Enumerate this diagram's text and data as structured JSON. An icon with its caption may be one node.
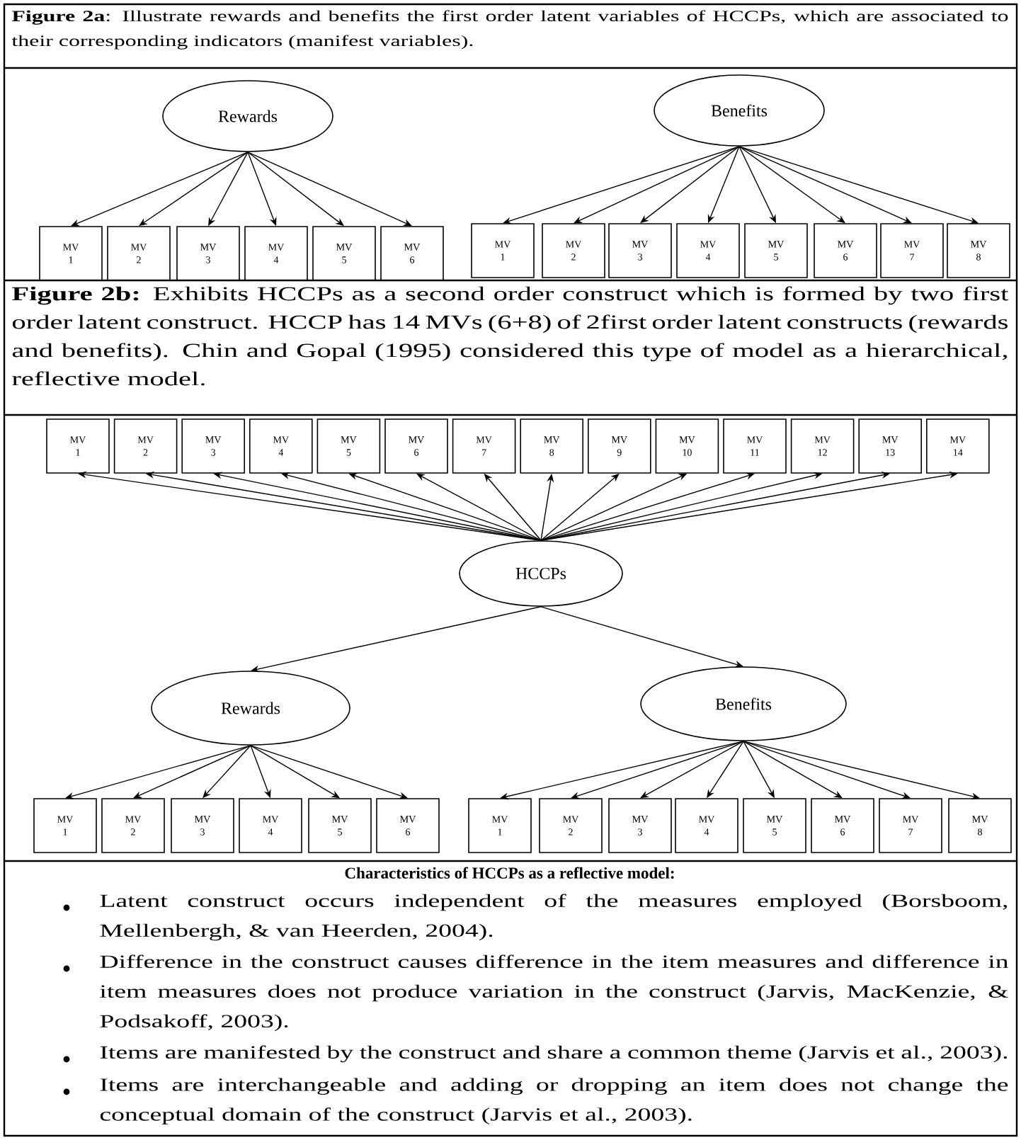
{
  "diagram": {
    "nodes": [
      {
        "text": [
          "Rewards"
        ]
      },
      {
        "text": [
          "MV 1"
        ]
      },
      {
        "text": [
          "MV 2"
        ]
      },
      {
        "text": [
          "MV 3"
        ]
      },
      {
        "text": [
          "MV 4"
        ]
      },
      {
        "text": [
          "MV 5"
        ]
      },
      {
        "text": [
          "MV 6"
        ]
      },
      {
        "text": [
          "Benefits"
        ]
      },
      {
        "text": [
          "MV 1"
        ]
      },
      {
        "text": [
          "MV 2"
        ]
      },
      {
        "text": [
          "MV 3"
        ]
      },
      {
        "text": [
          "MV 4"
        ]
      },
      {
        "text": [
          "MV 5"
        ]
      },
      {
        "text": [
          "MV 6"
        ]
      },
      {
        "text": [
          "MV 7"
        ]
      },
      {
        "text": [
          "MV 8"
        ]
      },
      {
        "text": [
          "MV 1"
        ]
      },
      {
        "text": [
          "MV 2"
        ]
      },
      {
        "text": [
          "MV 3"
        ]
      },
      {
        "text": [
          "MV 4"
        ]
      },
      {
        "text": [
          "MV 5"
        ]
      },
      {
        "text": [
          "MV 6"
        ]
      },
      {
        "text": [
          "MV 7"
        ]
      },
      {
        "text": [
          "MV 8"
        ]
      },
      {
        "text": [
          "MV 9"
        ]
      },
      {
        "text": [
          "MV 10"
        ]
      },
      {
        "text": [
          "MV 11"
        ]
      },
      {
        "text": [
          "MV 12"
        ]
      },
      {
        "text": [
          "MV 13"
        ]
      },
      {
        "text": [
          "MV 14"
        ]
      },
      {
        "text": [
          "HCCPs"
        ]
      },
      {
        "text": [
          "Rewards"
        ]
      },
      {
        "text": [
          "MV 1"
        ]
      },
      {
        "text": [
          "MV 2"
        ]
      },
      {
        "text": [
          "MV 3"
        ]
      },
      {
        "text": [
          "MV 4"
        ]
      },
      {
        "text": [
          "MV 5"
        ]
      },
      {
        "text": [
          "MV 6"
        ]
      },
      {
        "text": [
          "Benefits"
        ]
      },
      {
        "text": [
          "MV 1"
        ]
      },
      {
        "text": [
          "MV 2"
        ]
      },
      {
        "text": [
          "MV 3"
        ]
      },
      {
        "text": [
          "MV 4"
        ]
      },
      {
        "text": [
          "MV 5"
        ]
      },
      {
        "text": [
          "MV 6"
        ]
      },
      {
        "text": [
          "MV 7"
        ]
      },
      {
        "text": [
          "MV 8"
        ]
      }
    ],
    "edges": [
      {
        "from": 0,
        "to": 1,
        "arrow": "to"
      },
      {
        "from": 0,
        "to": 2,
        "arrow": "to"
      },
      {
        "from": 0,
        "to": 3,
        "arrow": "to"
      },
      {
        "from": 0,
        "to": 4,
        "arrow": "to"
      },
      {
        "from": 0,
        "to": 5,
        "arrow": "to"
      },
      {
        "from": 0,
        "to": 6,
        "arrow": "to"
      },
      {
        "from": 7,
        "to": 8,
        "arrow": "to"
      },
      {
        "from": 7,
        "to": 9,
        "arrow": "to"
      },
      {
        "from": 7,
        "to": 10,
        "arrow": "to"
      },
      {
        "from": 7,
        "to": 11,
        "arrow": "to"
      },
      {
        "from": 7,
        "to": 12,
        "arrow": "to"
      },
      {
        "from": 7,
        "to": 13,
        "arrow": "to"
      },
      {
        "from": 7,
        "to": 14,
        "arrow": "to"
      },
      {
        "from": 7,
        "to": 15,
        "arrow": "to"
      },
      {
        "from": 30,
        "to": 16,
        "arrow": "to"
      },
      {
        "from": 30,
        "to": 17,
        "arrow": "to"
      },
      {
        "from": 30,
        "to": 18,
        "arrow": "to"
      },
      {
        "from": 30,
        "to": 19,
        "arrow": "to"
      },
      {
        "from": 30,
        "to": 20,
        "arrow": "to"
      },
      {
        "from": 30,
        "to": 21,
        "arrow": "to"
      },
      {
        "from": 30,
        "to": 22,
        "arrow": "to"
      },
      {
        "from": 30,
        "to": 23,
        "arrow": "to"
      },
      {
        "from": 30,
        "to": 24,
        "arrow": "to"
      },
      {
        "from": 30,
        "to": 25,
        "arrow": "to"
      },
      {
        "from": 30,
        "to": 26,
        "arrow": "to"
      },
      {
        "from": 30,
        "to": 27,
        "arrow": "to"
      },
      {
        "from": 30,
        "to": 28,
        "arrow": "to"
      },
      {
        "from": 30,
        "to": 29,
        "arrow": "to"
      },
      {
        "from": 30,
        "to": 31,
        "arrow": "to"
      },
      {
        "from": 30,
        "to": 38,
        "arrow": "to"
      },
      {
        "from": 31,
        "to": 32,
        "arrow": "to"
      },
      {
        "from": 31,
        "to": 33,
        "arrow": "to"
      },
      {
        "from": 31,
        "to": 34,
        "arrow": "to"
      },
      {
        "from": 31,
        "to": 35,
        "arrow": "to"
      },
      {
        "from": 31,
        "to": 36,
        "arrow": "to"
      },
      {
        "from": 31,
        "to": 37,
        "arrow": "to"
      },
      {
        "from": 38,
        "to": 39,
        "arrow": "to"
      },
      {
        "from": 38,
        "to": 40,
        "arrow": "to"
      },
      {
        "from": 38,
        "to": 41,
        "arrow": "to"
      },
      {
        "from": 38,
        "to": 42,
        "arrow": "to"
      },
      {
        "from": 38,
        "to": 43,
        "arrow": "to"
      },
      {
        "from": 38,
        "to": 44,
        "arrow": "to"
      },
      {
        "from": 38,
        "to": 45,
        "arrow": "to"
      },
      {
        "from": 38,
        "to": 46,
        "arrow": "to"
      }
    ],
    "labels": [
      "**Figure 2a**: Illustrate rewards and benefits the first order latent variables of HCCPs, which are associated to their corresponding indicators (manifest variables).",
      "**Figure 2b:** Exhibits HCCPs as a second order construct which is formed by two first order latent construct. HCCP has 14 MVs (6+8) of 2first order latent constructs (rewards and benefits). Chin and Gopal (1995) considered this type of model as a hierarchical, reflective model.",
      "Characteristics of HCCPs as a reflective model:",
      "Latent construct occurs independent of the measures employed (Borsboom, Mellenbergh, & van Heerden, 2004).",
      "Difference in the construct causes difference in the item measures and difference in item measures does not produce variation in the construct (Jarvis, MacKenzie, & Podsakoff, 2003).",
      "Items are manifested by the construct and share a common theme (Jarvis et al., 2003).",
      "Items are interchangeable and adding or dropping an item does not change the conceptual domain of the construct (Jarvis et al., 2003)."
    ]
  }
}
